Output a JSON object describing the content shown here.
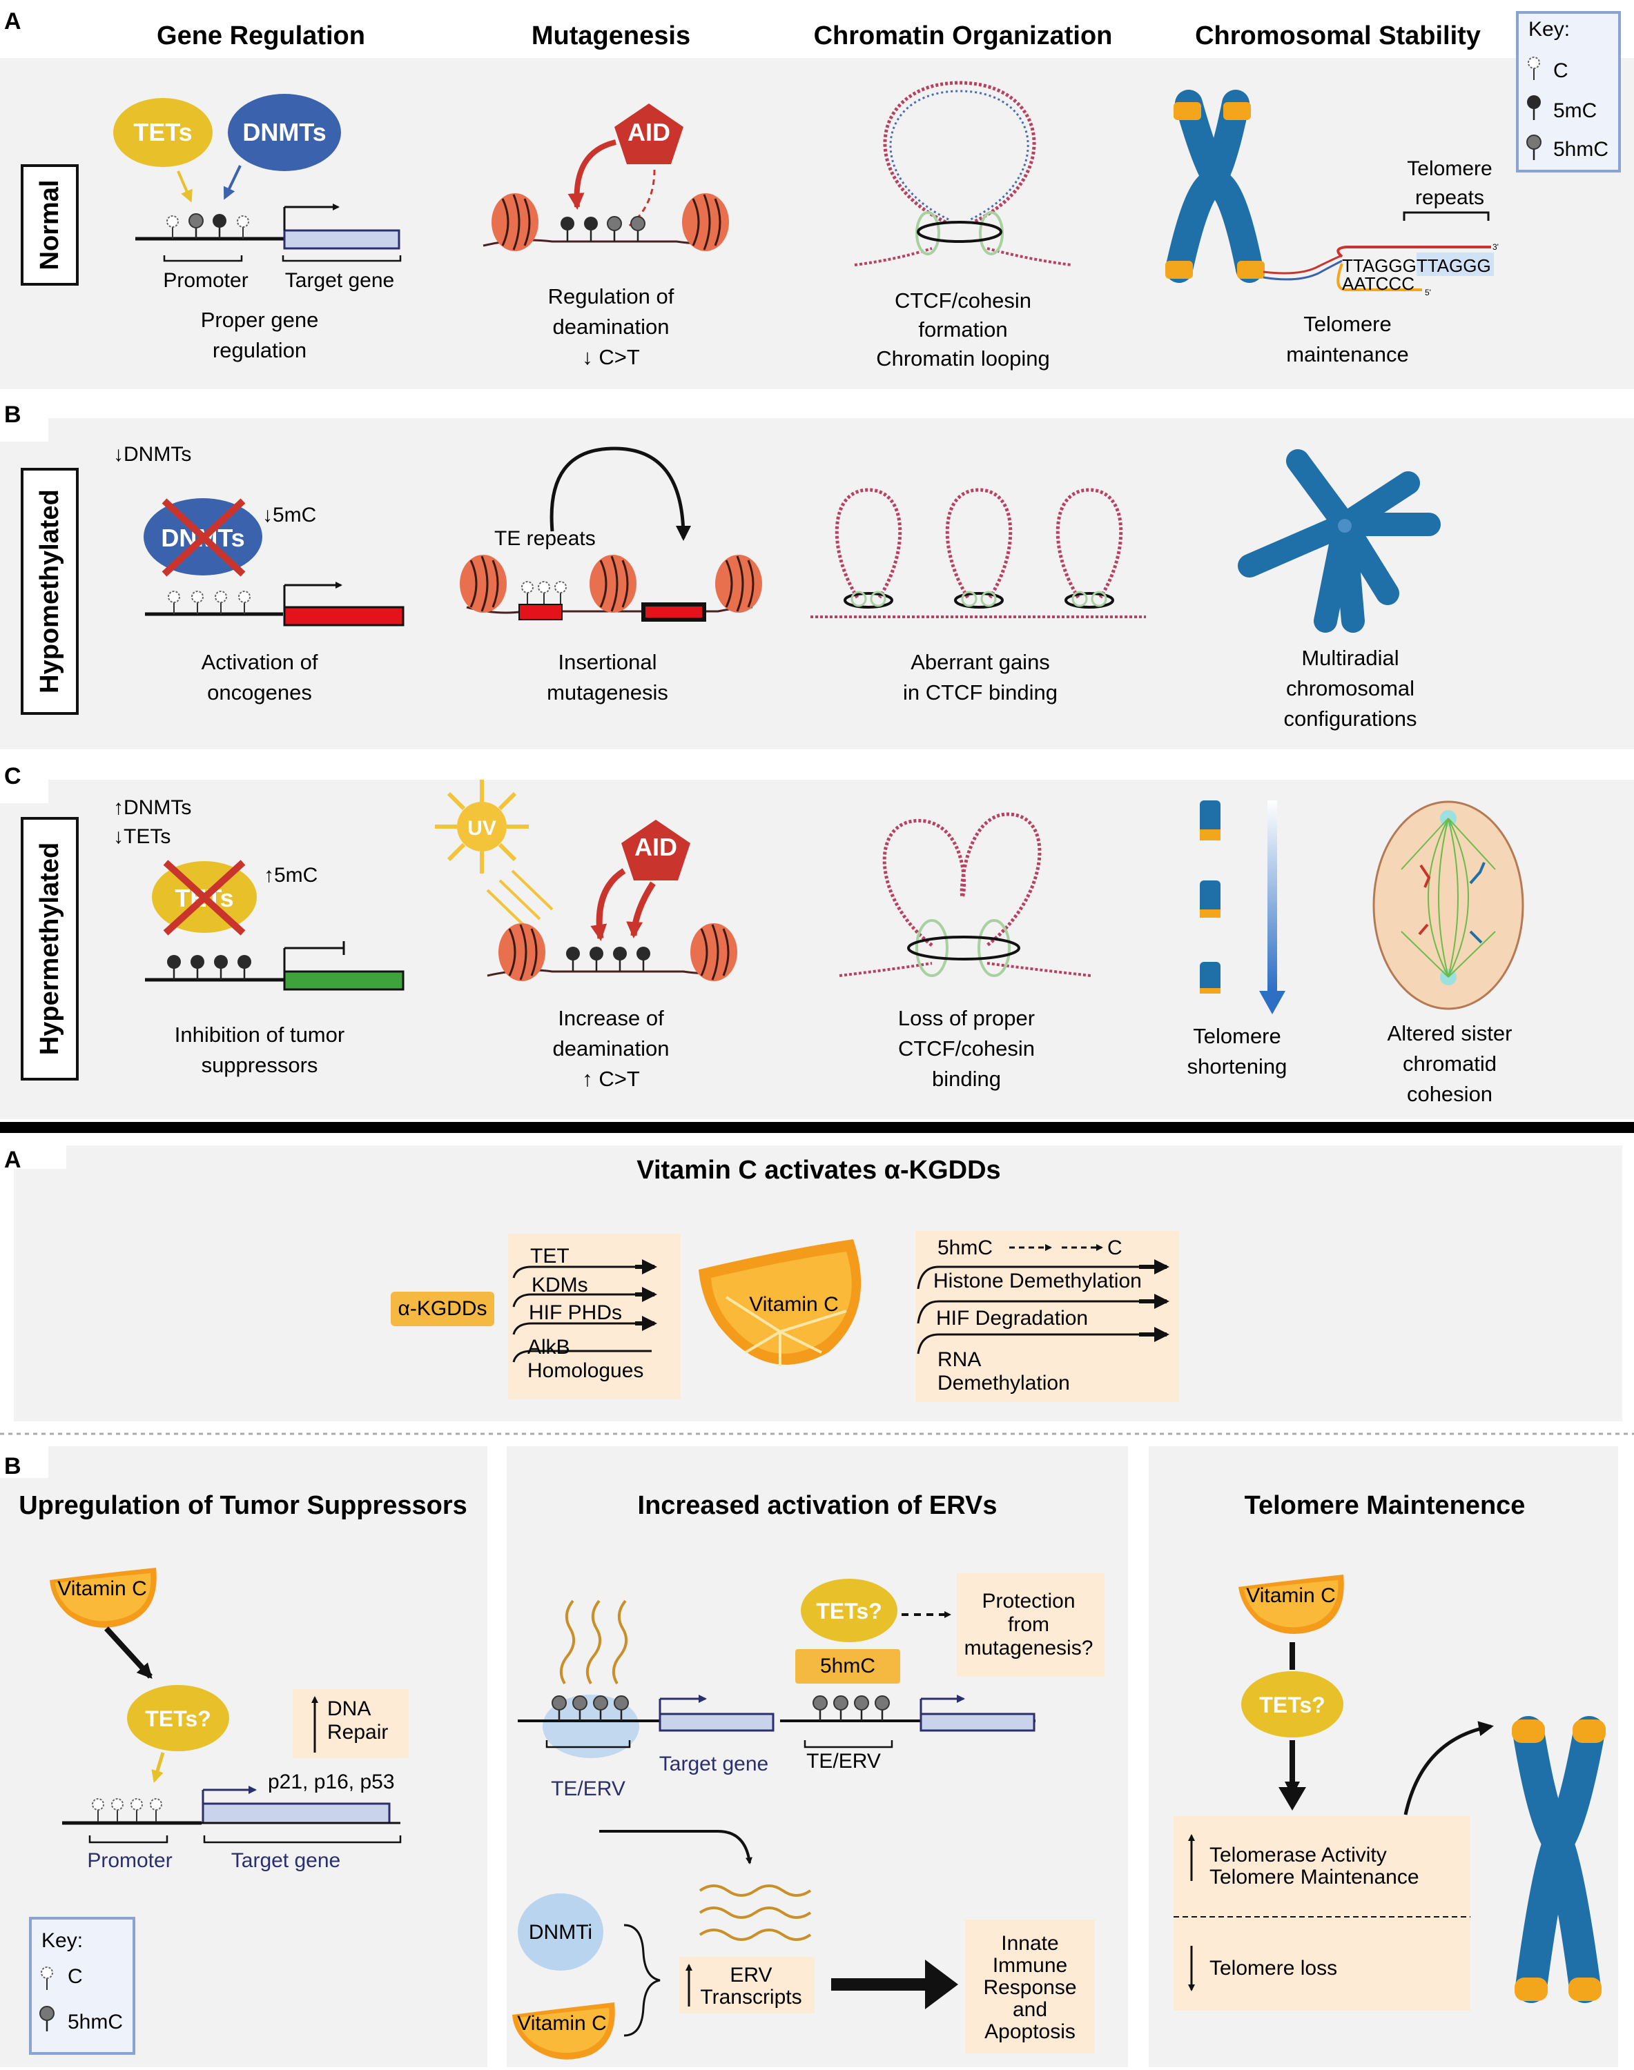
{
  "top": {
    "columns": {
      "gene_regulation": "Gene Regulation",
      "mutagenesis": "Mutagenesis",
      "chromatin": "Chromatin Organization",
      "stability": "Chromosomal Stability"
    },
    "key": {
      "title": "Key:",
      "c": "C",
      "mc": "5mC",
      "hmc": "5hmC"
    },
    "panel_a": {
      "letter": "A",
      "row_label": "Normal",
      "tets": "TETs",
      "dnmts": "DNMTs",
      "promoter": "Promoter",
      "target_gene": "Target gene",
      "gene_caption_1": "Proper gene",
      "gene_caption_2": "regulation",
      "aid": "AID",
      "mut_caption_1": "Regulation of",
      "mut_caption_2": "deamination",
      "mut_caption_3": "↓ C>T",
      "chrom_caption_1": "CTCF/cohesin",
      "chrom_caption_2": "formation",
      "chrom_caption_3": "Chromatin looping",
      "telomere_repeats_1": "Telomere",
      "telomere_repeats_2": "repeats",
      "seq_top": "TTAGGGTTAGGG",
      "seq_bottom": "AATCCC",
      "prime3": "3'",
      "prime5": "5'",
      "stab_caption_1": "Telomere",
      "stab_caption_2": "maintenance"
    },
    "panel_b": {
      "letter": "B",
      "row_label": "Hypomethylated",
      "down_dnmts": "↓DNMTs",
      "dnmts": "DNMTs",
      "down_5mc": "↓5mC",
      "gene_caption_1": "Activation of",
      "gene_caption_2": "oncogenes",
      "te_repeats": "TE repeats",
      "mut_caption_1": "Insertional",
      "mut_caption_2": "mutagenesis",
      "chrom_caption_1": "Aberrant gains",
      "chrom_caption_2": "in CTCF binding",
      "stab_caption_1": "Multiradial",
      "stab_caption_2": "chromosomal",
      "stab_caption_3": "configurations"
    },
    "panel_c": {
      "letter": "C",
      "row_label": "Hypermethylated",
      "up_dnmts": "↑DNMTs",
      "down_tets": "↓TETs",
      "tets": "TETs",
      "up_5mc": "↑5mC",
      "gene_caption_1": "Inhibition of tumor",
      "gene_caption_2": "suppressors",
      "uv": "UV",
      "aid": "AID",
      "mut_caption_1": "Increase of",
      "mut_caption_2": "deamination",
      "mut_caption_3": "↑ C>T",
      "chrom_caption_1": "Loss of proper",
      "chrom_caption_2": "CTCF/cohesin",
      "chrom_caption_3": "binding",
      "tel_caption_1": "Telomere",
      "tel_caption_2": "shortening",
      "coh_caption_1": "Altered sister",
      "coh_caption_2": "chromatid",
      "coh_caption_3": "cohesion"
    }
  },
  "bottom": {
    "panel_a": {
      "letter": "A",
      "title": "Vitamin C activates α-KGDDs",
      "akgdds": "α-KGDDs",
      "targets": [
        "TET",
        "KDMs",
        "HIF PHDs",
        "AlkB",
        "Homologues"
      ],
      "vitamin_c": "Vitamin C",
      "outcome_5hmc": "5hmC",
      "outcome_c": "C",
      "outcomes": [
        "Histone Demethylation",
        "HIF Degradation",
        "RNA",
        "Demethylation"
      ]
    },
    "panel_b": {
      "letter": "B",
      "col1": {
        "title": "Upregulation of Tumor Suppressors",
        "vitamin_c": "Vitamin C",
        "tets": "TETs?",
        "dna_repair_1": "DNA",
        "dna_repair_2": "Repair",
        "genes": "p21, p16, p53",
        "promoter": "Promoter",
        "target_gene": "Target gene",
        "key_title": "Key:",
        "key_c": "C",
        "key_hmc": "5hmC"
      },
      "col2": {
        "title": "Increased activation of ERVs",
        "tets": "TETs?",
        "protection_1": "Protection",
        "protection_2": "from",
        "protection_3": "mutagenesis?",
        "hmc": "5hmC",
        "te_erv": "TE/ERV",
        "target_gene": "Target gene",
        "dnmti": "DNMTi",
        "vitamin_c": "Vitamin C",
        "erv_1": "ERV",
        "erv_2": "Transcripts",
        "innate_1": "Innate",
        "innate_2": "Immune",
        "innate_3": "Response",
        "innate_4": "and",
        "innate_5": "Apoptosis"
      },
      "col3": {
        "title": "Telomere Maintenence",
        "vitamin_c": "Vitamin C",
        "tets": "TETs?",
        "up_1": "Telomerase Activity",
        "up_2": "Telomere Maintenance",
        "down_1": "Telomere loss"
      }
    }
  },
  "colors": {
    "panel_bg": "#f2f2f2",
    "nucleosome": "#e8704e",
    "tets": "#e8c12a",
    "dnmts": "#3a62ad",
    "aid": "#c9352c",
    "chromosome": "#1f6fa8",
    "telomere": "#f3a51c",
    "gene_box": "#c9d3ec",
    "oncogene": "#e3121b",
    "suppressor": "#3ea33a",
    "peach": "#fdebd6",
    "orange": "#f59b1b"
  }
}
